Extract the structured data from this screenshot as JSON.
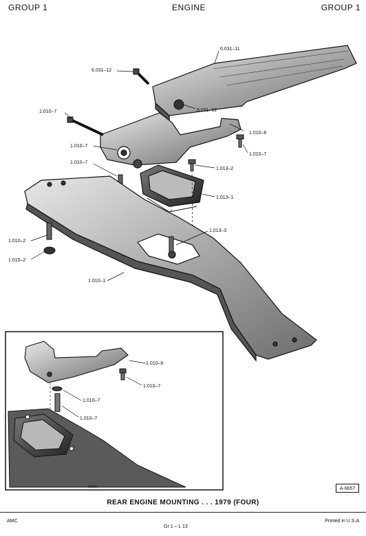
{
  "header": {
    "left": "GROUP 1",
    "center": "ENGINE",
    "right": "GROUP 1"
  },
  "callouts": {
    "c1": "6.031–11",
    "c2": "6.031–12",
    "c3": "6.031–12",
    "c4": "1.010–7",
    "c5": "1.010–6",
    "c6": "1.010–7",
    "c7": "1.010–7",
    "c8": "1.010–7",
    "c9": "1.013–2",
    "c10": "1.013–1",
    "c11": "1.013–3",
    "c12": "1.010–2",
    "c13": "1.010–2",
    "c14": "1.010–1"
  },
  "inset": {
    "callouts": {
      "i1": "1.010–6",
      "i2": "1.010–7",
      "i3": "1.010–7",
      "i4": "1.010–7"
    },
    "tag": "(WAT)"
  },
  "figure_ref": "A-6657",
  "caption": "REAR ENGINE MOUNTING . . . 1979 (FOUR)",
  "footer": {
    "left": "AMC",
    "center": "Gr 1 – L 13",
    "right": "Printed in U.S.A."
  }
}
